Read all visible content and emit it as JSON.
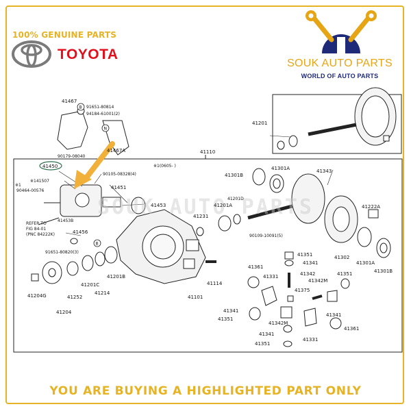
{
  "header": {
    "genuine_label": "100% GENUINE PARTS",
    "brand_name": "TOYOTA",
    "shop_name": "SOUK AUTO PARTS",
    "shop_tagline": "WORLD OF AUTO PARTS",
    "watermark": "SOUK AUTO PARTS"
  },
  "footer": {
    "notice": "YOU ARE BUYING A HIGHLIGHTED PART ONLY"
  },
  "colors": {
    "gold": "#e6b325",
    "toyota_red": "#e0101c",
    "navy": "#1e2a78",
    "arrow": "#f0b03a"
  },
  "diagram": {
    "highlighted_part": "41450",
    "labels": {
      "p41467": "41467",
      "b_bolt_top": "91651-80814",
      "b_marker_top": "B",
      "n_marker": "N",
      "n_bolt": "94184-61001(2)",
      "p90179": "90179-08040",
      "p41467a": "41467A",
      "p41110": "41110",
      "p41201_top": "41201",
      "p41450": "41450",
      "p141507": "※141507",
      "note1": "※1",
      "p90464": "90464-00576",
      "p90105": "90105-08328(4)",
      "p1_0605": "※1(0605-    )",
      "p41451": "41451",
      "p41453": "41453",
      "p41453b": "41453B",
      "refer1": "REFER TO",
      "refer2": "FIG 84-01",
      "refer3": "(PNC 84222K)",
      "p41456": "41456",
      "b_marker_bottom": "B",
      "p91651_bottom": "91651-80820(3)",
      "p41231": "41231",
      "p41201d": "41201D",
      "p41201a_mid": "41201A",
      "p41301b_top": "41301B",
      "p41301a_top": "41301A",
      "p41343": "41343",
      "p41222a": "41222A",
      "p90109": "90109-10091(5)",
      "p41351_a": "41351",
      "p41341_a": "41341",
      "p41342": "41342",
      "p41342m_a": "41342M",
      "p41375": "41375",
      "p41302": "41302",
      "p41301a_bottom": "41301A",
      "p41301b_bottom": "41301B",
      "p41351_b": "41351",
      "p41361_a": "41361",
      "p41331_a": "41331",
      "p41341_b": "41341",
      "p41351_c": "41351",
      "p41342m_b": "41342M",
      "p41341_c": "41341",
      "p41361_b": "41361",
      "p41341_d": "41341",
      "p41351_d": "41351",
      "p41331_b": "41331",
      "p41204g": "41204G",
      "p41252": "41252",
      "p41201c": "41201C",
      "p41214": "41214",
      "p41201b": "41201B",
      "p41114": "41114",
      "p41101": "41101",
      "p41204": "41204"
    }
  }
}
